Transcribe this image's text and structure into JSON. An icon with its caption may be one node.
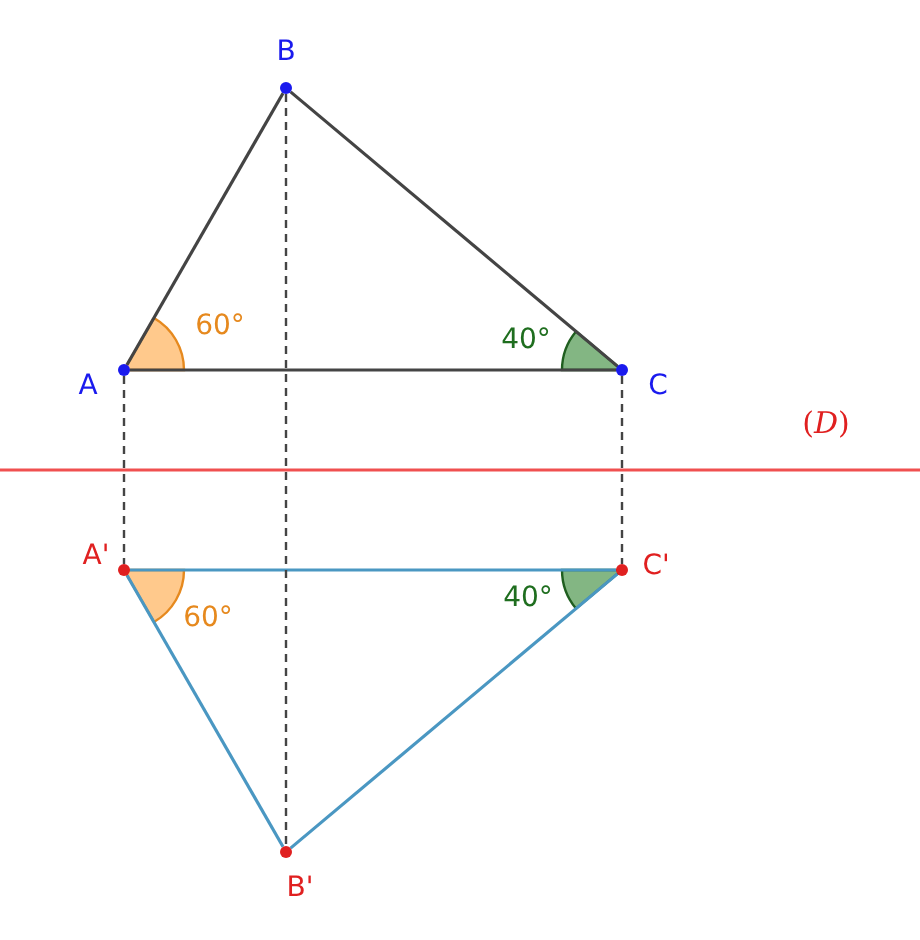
{
  "diagram": {
    "nodes": [
      {
        "text": [],
        "shape": "circle",
        "beside": [
          "A"
        ]
      },
      {
        "text": [],
        "shape": "circle",
        "beside": [
          "B"
        ]
      },
      {
        "text": [],
        "shape": "circle",
        "beside": [
          "C"
        ]
      },
      {
        "text": [],
        "shape": "circle",
        "beside": [
          "A'"
        ]
      },
      {
        "text": [],
        "shape": "circle",
        "beside": [
          "B'"
        ]
      },
      {
        "text": [],
        "shape": "circle",
        "beside": [
          "C'"
        ]
      }
    ],
    "edges": [
      {
        "from": 0,
        "to": 1,
        "arrow": "none"
      },
      {
        "from": 1,
        "to": 2,
        "arrow": "none"
      },
      {
        "from": 2,
        "to": 0,
        "arrow": "none"
      },
      {
        "from": 3,
        "to": 4,
        "arrow": "none",
        "color": "#4a97c2"
      },
      {
        "from": 4,
        "to": 5,
        "arrow": "none",
        "color": "#4a97c2"
      },
      {
        "from": 5,
        "to": 3,
        "arrow": "none",
        "color": "#4a97c2"
      },
      {
        "from": 0,
        "to": 3,
        "arrow": "none",
        "style": "dashed"
      },
      {
        "from": 1,
        "to": 4,
        "arrow": "none",
        "style": "dashed"
      },
      {
        "from": 2,
        "to": 5,
        "arrow": "none",
        "style": "dashed"
      }
    ],
    "labels": [
      "60°",
      "40°",
      "(*D*)",
      "40°",
      "60°"
    ]
  }
}
